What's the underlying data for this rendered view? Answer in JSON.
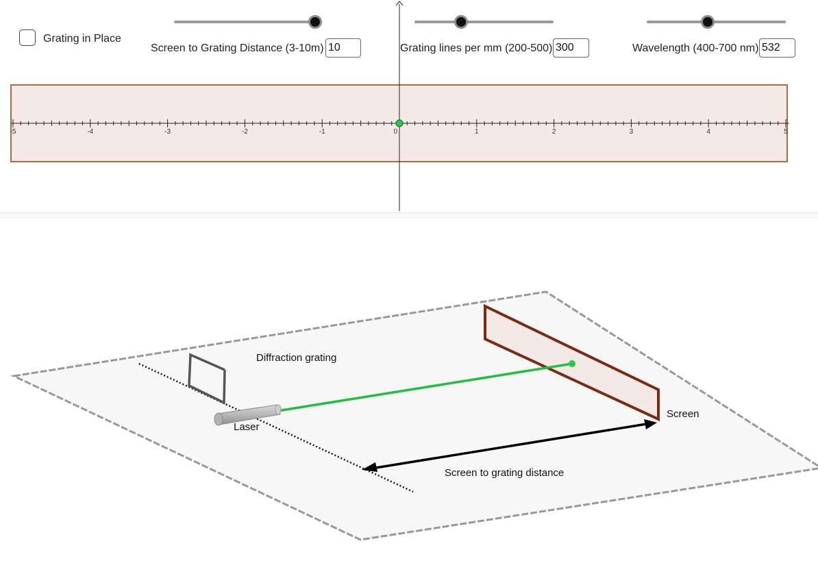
{
  "controls": {
    "grating_checkbox": {
      "label": "Grating in Place",
      "checked": false
    },
    "distance": {
      "label": "Screen to Grating Distance (3-10m)",
      "value": "10",
      "min": 3,
      "max": 10,
      "current": 10
    },
    "lines": {
      "label": "Grating lines per mm (200-500)",
      "value": "300",
      "min": 200,
      "max": 500,
      "current": 300
    },
    "wavelength": {
      "label": "Wavelength (400-700 nm)",
      "value": "532",
      "min": 400,
      "max": 700,
      "current": 532
    }
  },
  "axis": {
    "min": -5,
    "max": 5,
    "tick_labels": [
      "-5",
      "-4",
      "-3",
      "-2",
      "-1",
      "0",
      "1",
      "2",
      "3",
      "4",
      "5"
    ],
    "origin_label": "0",
    "spot_x": 0
  },
  "scene": {
    "grating_label": "Diffraction grating",
    "laser_label": "Laser",
    "screen_label": "Screen",
    "distance_label": "Screen to grating distance"
  },
  "colors": {
    "screen_fill": "#f4e9e6",
    "screen_border": "#b06a3c",
    "screen_border_3d": "#7a2b10",
    "laser_beam": "#1fbf3f",
    "spot": "#22cc44"
  }
}
